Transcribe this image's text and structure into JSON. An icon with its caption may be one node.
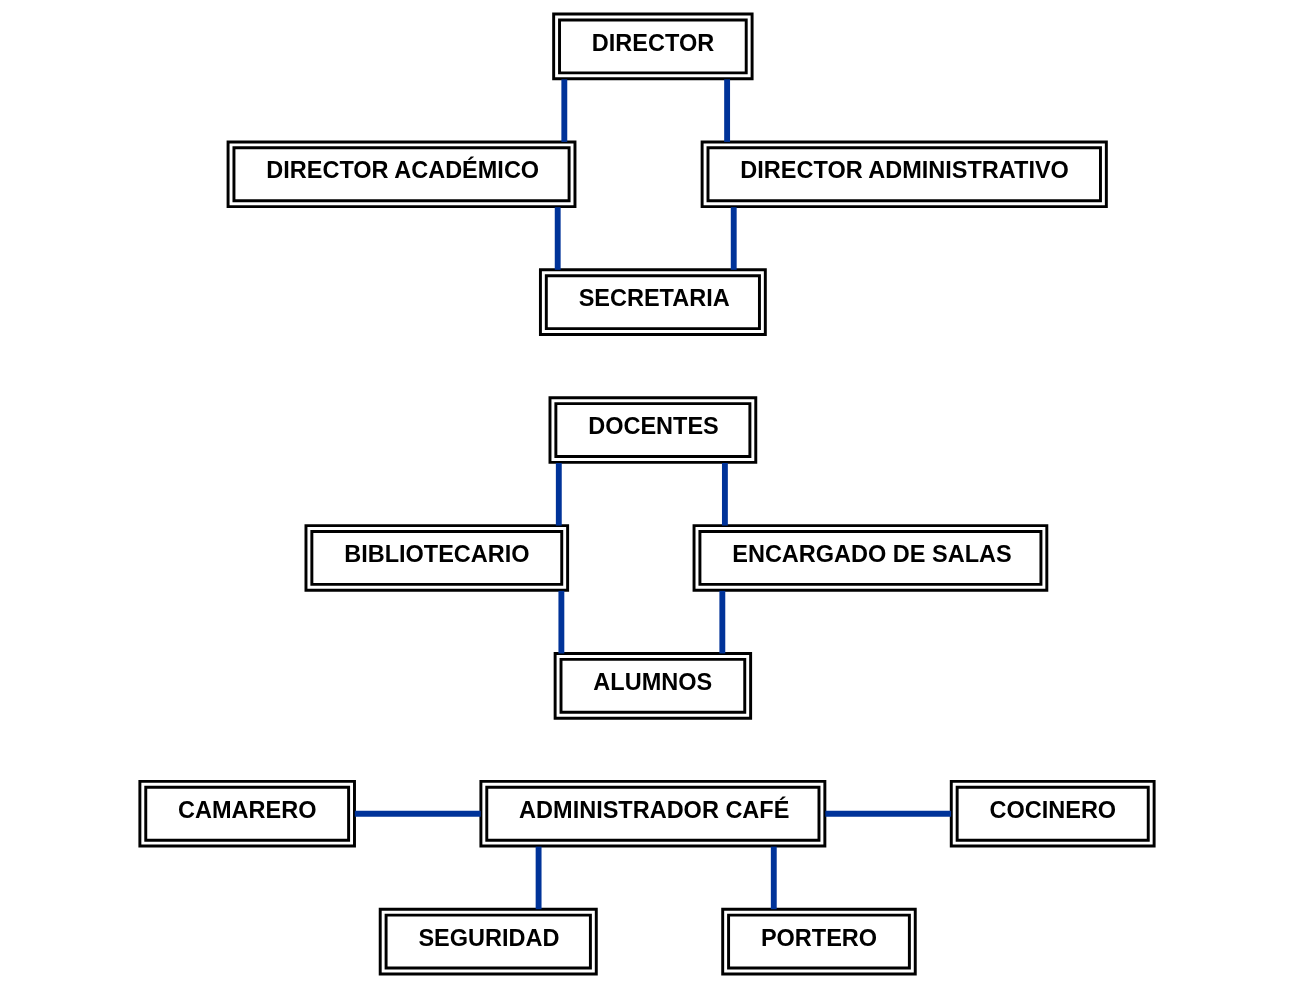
{
  "diagram": {
    "nodes": [
      {
        "text": [
          "DIRECTOR"
        ]
      },
      {
        "text": [
          "DIRECTOR ACADÉMICO"
        ]
      },
      {
        "text": [
          "DIRECTOR ADMINISTRATIVO"
        ]
      },
      {
        "text": [
          "SECRETARIA"
        ]
      },
      {
        "text": [
          "DOCENTES"
        ]
      },
      {
        "text": [
          "BIBLIOTECARIO"
        ]
      },
      {
        "text": [
          "ENCARGADO DE SALAS"
        ]
      },
      {
        "text": [
          "ALUMNOS"
        ]
      },
      {
        "text": [
          "CAMARERO"
        ]
      },
      {
        "text": [
          "ADMINISTRADOR CAFÉ"
        ]
      },
      {
        "text": [
          "COCINERO"
        ]
      },
      {
        "text": [
          "SEGURIDAD"
        ]
      },
      {
        "text": [
          "PORTERO"
        ]
      }
    ],
    "edges": [
      {
        "from": 0,
        "to": 1,
        "arrow": "none"
      },
      {
        "from": 0,
        "to": 2,
        "arrow": "none"
      },
      {
        "from": 1,
        "to": 3,
        "arrow": "none"
      },
      {
        "from": 2,
        "to": 3,
        "arrow": "none"
      },
      {
        "from": 4,
        "to": 5,
        "arrow": "none"
      },
      {
        "from": 4,
        "to": 6,
        "arrow": "none"
      },
      {
        "from": 5,
        "to": 7,
        "arrow": "none"
      },
      {
        "from": 6,
        "to": 7,
        "arrow": "none"
      },
      {
        "from": 9,
        "to": 8,
        "arrow": "none"
      },
      {
        "from": 9,
        "to": 10,
        "arrow": "none"
      },
      {
        "from": 9,
        "to": 11,
        "arrow": "none"
      },
      {
        "from": 9,
        "to": 12,
        "arrow": "none"
      }
    ]
  }
}
